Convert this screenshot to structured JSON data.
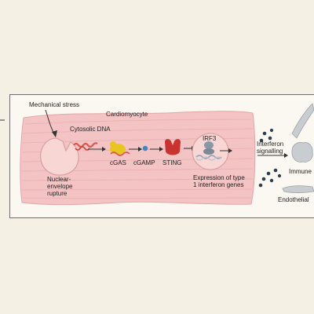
{
  "labels": {
    "mechanical_stress": "Mechanical stress",
    "cardiomyocyte": "Cardiomyocyte",
    "cytosolic_dna": "Cytosolic DNA",
    "cgas": "cGAS",
    "cgamp": "cGAMP",
    "sting": "STING",
    "irf3": "IRF3",
    "nuclear_envelope_rupture": "Nuclear-envelope rupture",
    "expression_type1_ifn": "Expression of type 1 interferon genes",
    "interferon_signalling": "Interferon signalling",
    "immune": "Immune",
    "endothelial": "Endothelial"
  },
  "colors": {
    "background": "#f5f0e4",
    "cell_fill": "#f4c3c4",
    "cell_stripe": "#e9aeb0",
    "nucleus": "#f7d6d3",
    "cgas": "#e9c51f",
    "cgamp": "#3f86c8",
    "sting": "#c8332f",
    "irf3": "#8a97a5",
    "dna": "#d9574f",
    "immune_dots": "#2d3e52",
    "immune_cell": "#c9ccd0"
  }
}
